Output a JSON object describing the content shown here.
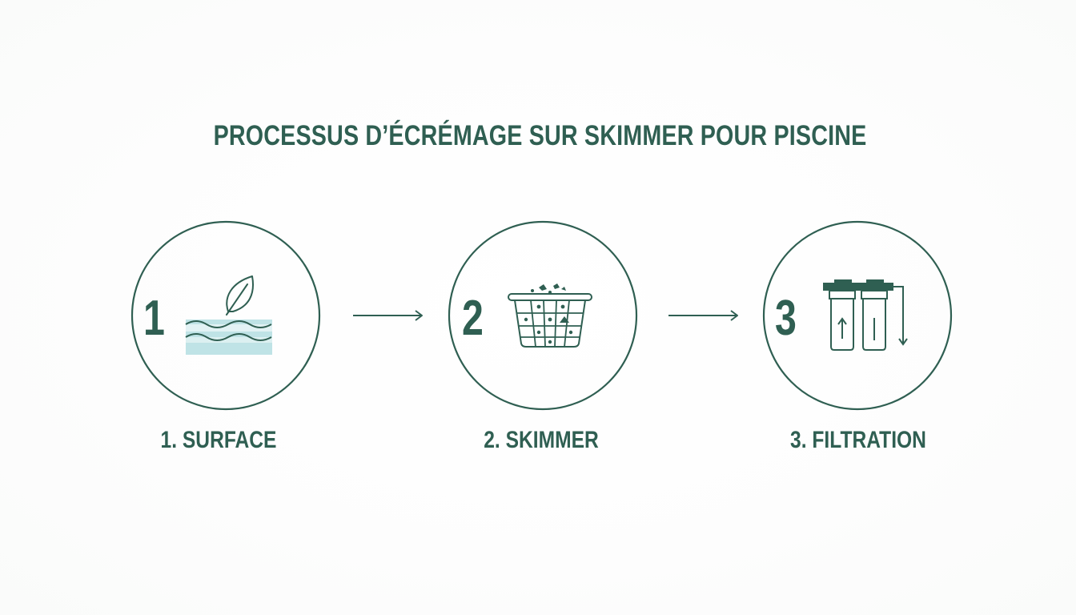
{
  "title": "PROCESSUS D’ÉCRÉMAGE SUR SKIMMER POUR PISCINE",
  "steps": [
    {
      "number": "1",
      "label": "1. SURFACE",
      "icon": "water-surface-leaf-icon"
    },
    {
      "number": "2",
      "label": "2. SKIMMER",
      "icon": "skimmer-basket-icon"
    },
    {
      "number": "3",
      "label": "3. FILTRATION",
      "icon": "filter-cartridges-icon"
    }
  ],
  "colors": {
    "primary": "#2f5f52",
    "water": "#bfe3e6",
    "background": "#ffffff"
  }
}
